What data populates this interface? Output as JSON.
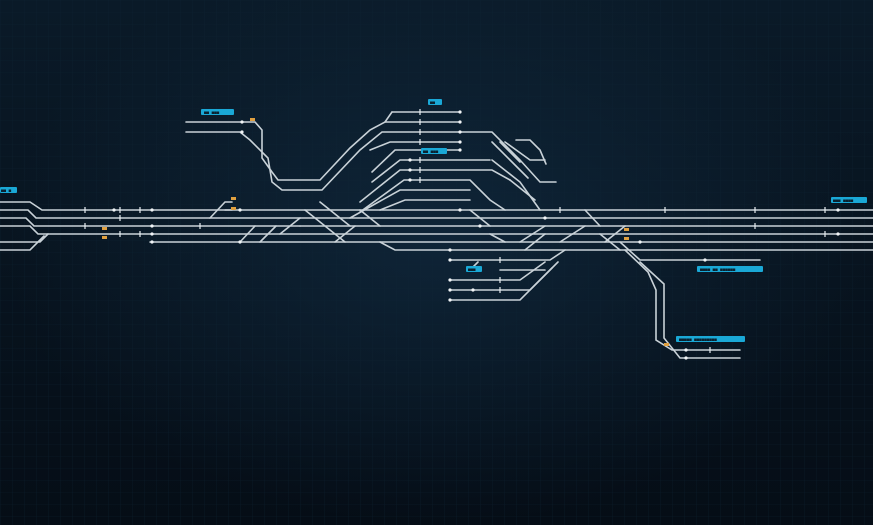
{
  "station_labels": [
    {
      "id": "north-siding",
      "text": "■■ ■■■",
      "kind": "label"
    },
    {
      "id": "north-top",
      "text": "■■",
      "kind": "label"
    },
    {
      "id": "north-mid",
      "text": "■■ ■■■",
      "kind": "label"
    },
    {
      "id": "west-edge",
      "text": "■■ ■",
      "kind": "label"
    },
    {
      "id": "east-edge",
      "text": "■■■ ■■■■",
      "kind": "label"
    },
    {
      "id": "south-yard",
      "text": "■■■",
      "kind": "label"
    },
    {
      "id": "southeast-branch",
      "text": "■■■■ ■■ ■■■■■■",
      "kind": "label"
    },
    {
      "id": "south-spur",
      "text": "■■■■■ ■■■■■■■■■",
      "kind": "label"
    }
  ],
  "colors": {
    "background": "#071420",
    "track": "#c9d2d8",
    "label": "#1aa8d6",
    "signal": "#e0a040"
  }
}
